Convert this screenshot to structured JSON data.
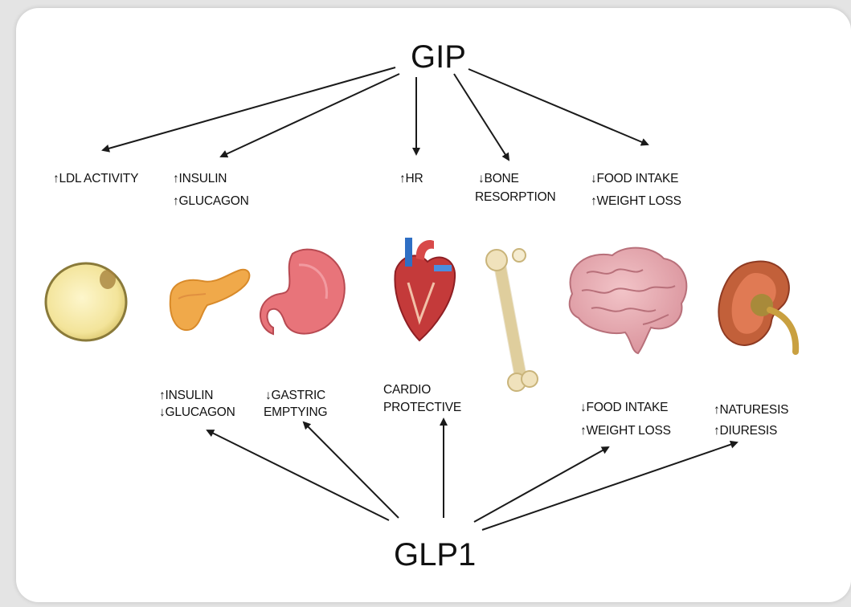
{
  "hubs": {
    "gip": "GIP",
    "glp1": "GLP1"
  },
  "gip_effects": {
    "ldl": "↑LDL ACTIVITY",
    "insulin": "↑INSULIN",
    "glucagon": "↑GLUCAGON",
    "hr": "↑HR",
    "bone_1": "↓BONE",
    "bone_2": "RESORPTION",
    "food": "↓FOOD INTAKE",
    "weight": "↑WEIGHT LOSS"
  },
  "glp1_effects": {
    "insulin": "↑INSULIN",
    "glucagon": "↓GLUCAGON",
    "gastric_1": "↓GASTRIC",
    "gastric_2": "EMPTYING",
    "cardio_1": "CARDIO",
    "cardio_2": "PROTECTIVE",
    "food": "↓FOOD INTAKE",
    "weight": "↑WEIGHT LOSS",
    "naturesis": "↑NATURESIS",
    "diuresis": "↑DIURESIS"
  },
  "organs": [
    "adipocyte",
    "pancreas",
    "stomach",
    "heart",
    "bone",
    "brain",
    "kidney"
  ],
  "colors": {
    "background": "#e4e4e4",
    "card": "#ffffff",
    "arrow": "#1a1a1a"
  }
}
